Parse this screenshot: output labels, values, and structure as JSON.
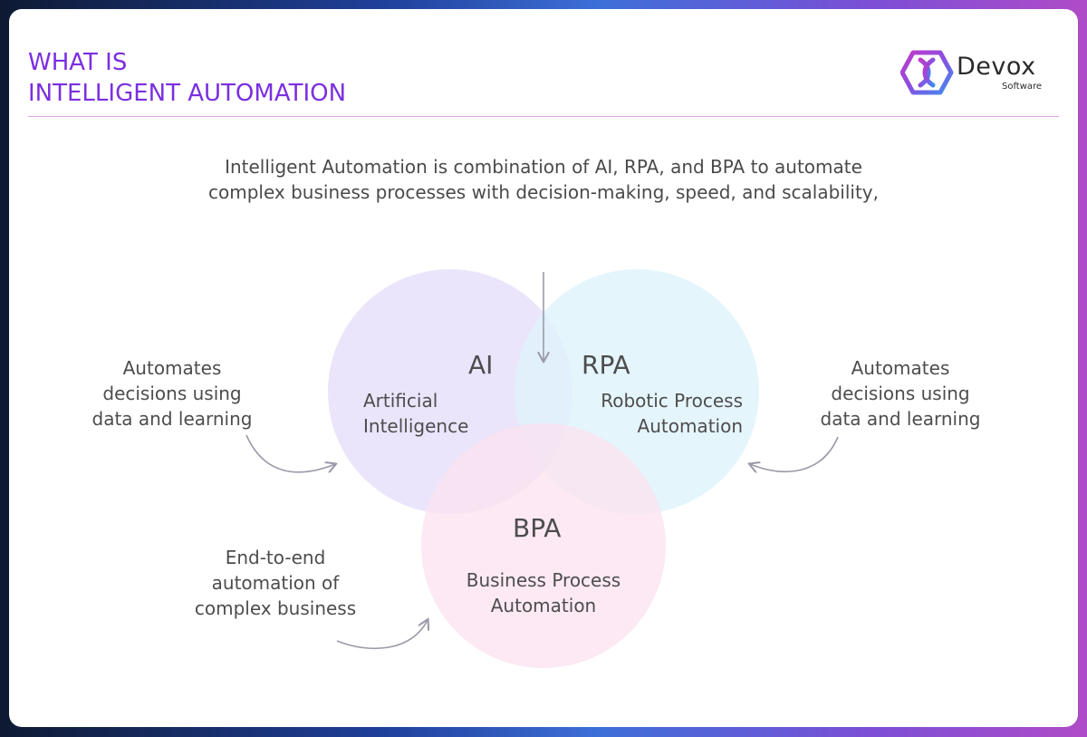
{
  "header": {
    "title_line1": "WHAT IS",
    "title_line2": "INTELLIGENT AUTOMATION",
    "brand_name": "Devox",
    "brand_sub": "Software"
  },
  "intro": "Intelligent Automation is combination of AI, RPA, and BPA to automate complex business processes with decision-making, speed, and scalability,",
  "circles": {
    "ai": {
      "abbr": "AI",
      "line1": "Artificial",
      "line2": "Intelligence",
      "color": "#e7e0fa"
    },
    "rpa": {
      "abbr": "RPA",
      "line1": "Robotic Process",
      "line2": "Automation",
      "color": "#def3fb"
    },
    "bpa": {
      "abbr": "BPA",
      "line1": "Business Process",
      "line2": "Automation",
      "color": "#fbe1ef"
    }
  },
  "notes": {
    "left": {
      "line1": "Automates",
      "line2": "decisions using",
      "line3": "data and learning"
    },
    "right": {
      "line1": "Automates",
      "line2": "decisions using",
      "line3": "data and learning"
    },
    "bottom": {
      "line1": "End-to-end",
      "line2": "automation of",
      "line3": "complex business"
    }
  },
  "colors": {
    "accent": "#7b2fe0",
    "text": "#4d4d4d",
    "arrow": "#9a9aa8"
  }
}
